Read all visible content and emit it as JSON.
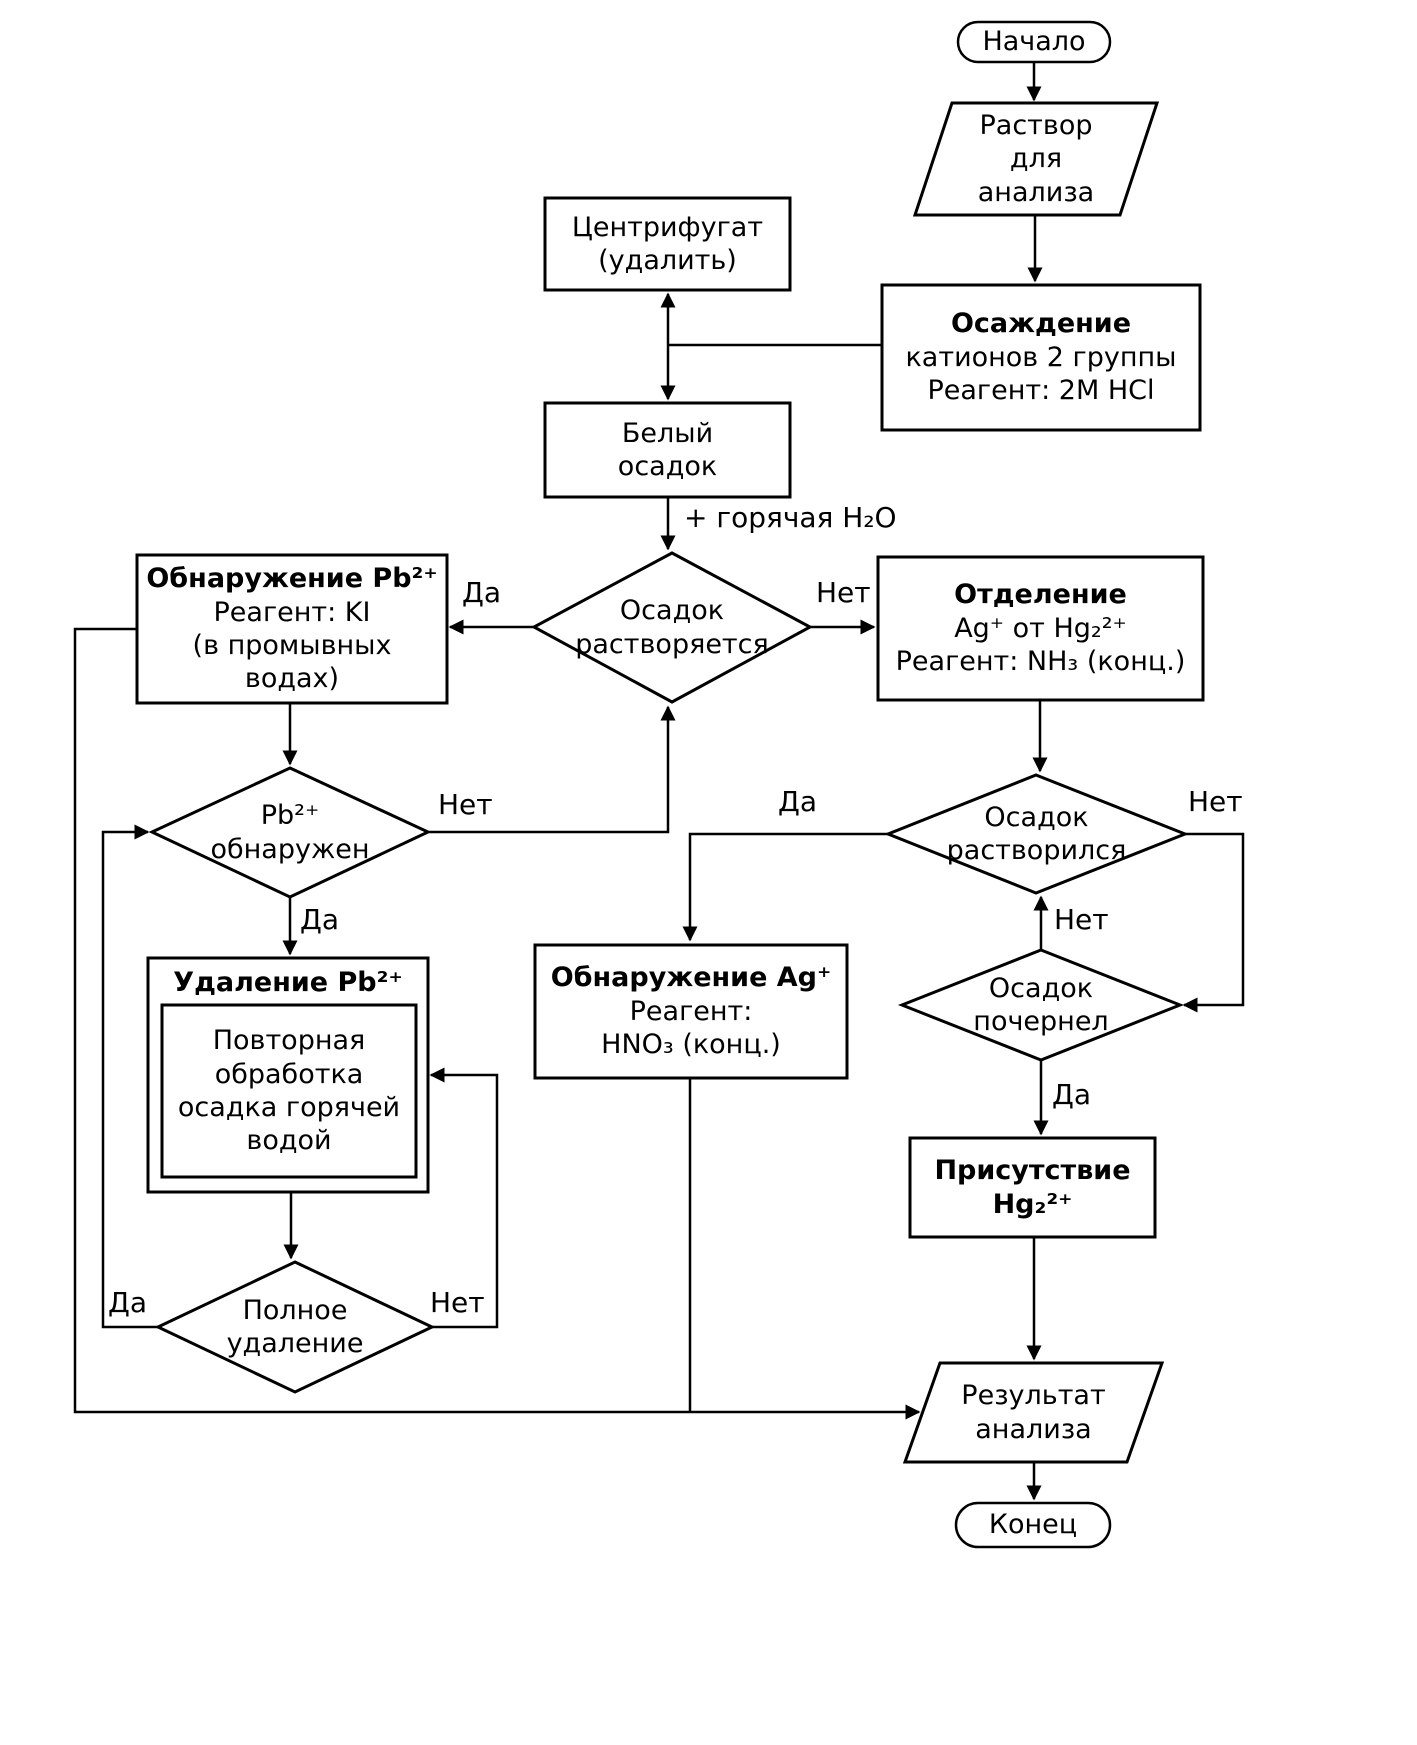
{
  "colors": {
    "ink": "#000000",
    "paper": "#ffffff"
  },
  "nodes": {
    "start": {
      "label": "Начало"
    },
    "solution": {
      "lines": [
        "Раствор",
        "для",
        "анализа"
      ]
    },
    "precipitation": {
      "title": "Осаждение",
      "lines": [
        "катионов 2 группы",
        "Реагент: 2M HCl"
      ]
    },
    "centrifugate": {
      "lines": [
        "Центрифугат",
        "(удалить)"
      ]
    },
    "white_precipitate": {
      "lines": [
        "Белый",
        "осадок"
      ]
    },
    "dissolves": {
      "lines": [
        "Осадок",
        "растворяется"
      ]
    },
    "pb_detection": {
      "title": "Обнаружение Pb²⁺",
      "lines": [
        "Реагент: KI",
        "(в промывных",
        "водах)"
      ]
    },
    "separation": {
      "title": "Отделение",
      "lines": [
        "Ag⁺ от Hg₂²⁺",
        "Реагент: NH₃ (конц.)"
      ]
    },
    "pb_found": {
      "lines": [
        "Pb²⁺",
        "обнаружен"
      ]
    },
    "dissolved": {
      "lines": [
        "Осадок",
        "растворился"
      ]
    },
    "blackened": {
      "lines": [
        "Осадок",
        "почернел"
      ]
    },
    "ag_detection": {
      "title": "Обнаружение Ag⁺",
      "lines": [
        "Реагент:",
        "HNO₃ (конц.)"
      ]
    },
    "pb_removal": {
      "title": "Удаление Pb²⁺",
      "inner_lines": [
        "Повторная",
        "обработка",
        "осадка горячей",
        "водой"
      ]
    },
    "complete_removal": {
      "lines": [
        "Полное",
        "удаление"
      ]
    },
    "hg_presence": {
      "lines": [
        "Присутствие",
        "Hg₂²⁺"
      ]
    },
    "result": {
      "lines": [
        "Результат",
        "анализа"
      ]
    },
    "end": {
      "label": "Конец"
    }
  },
  "edge_labels": {
    "hot_water": "+ горячая H₂O",
    "dissolves_yes": "Да",
    "dissolves_no": "Нет",
    "pb_found_no": "Нет",
    "pb_found_yes": "Да",
    "complete_yes": "Да",
    "complete_no": "Нет",
    "dissolved_yes": "Да",
    "dissolved_no": "Нет",
    "blackened_no": "Нет",
    "blackened_yes": "Да"
  }
}
